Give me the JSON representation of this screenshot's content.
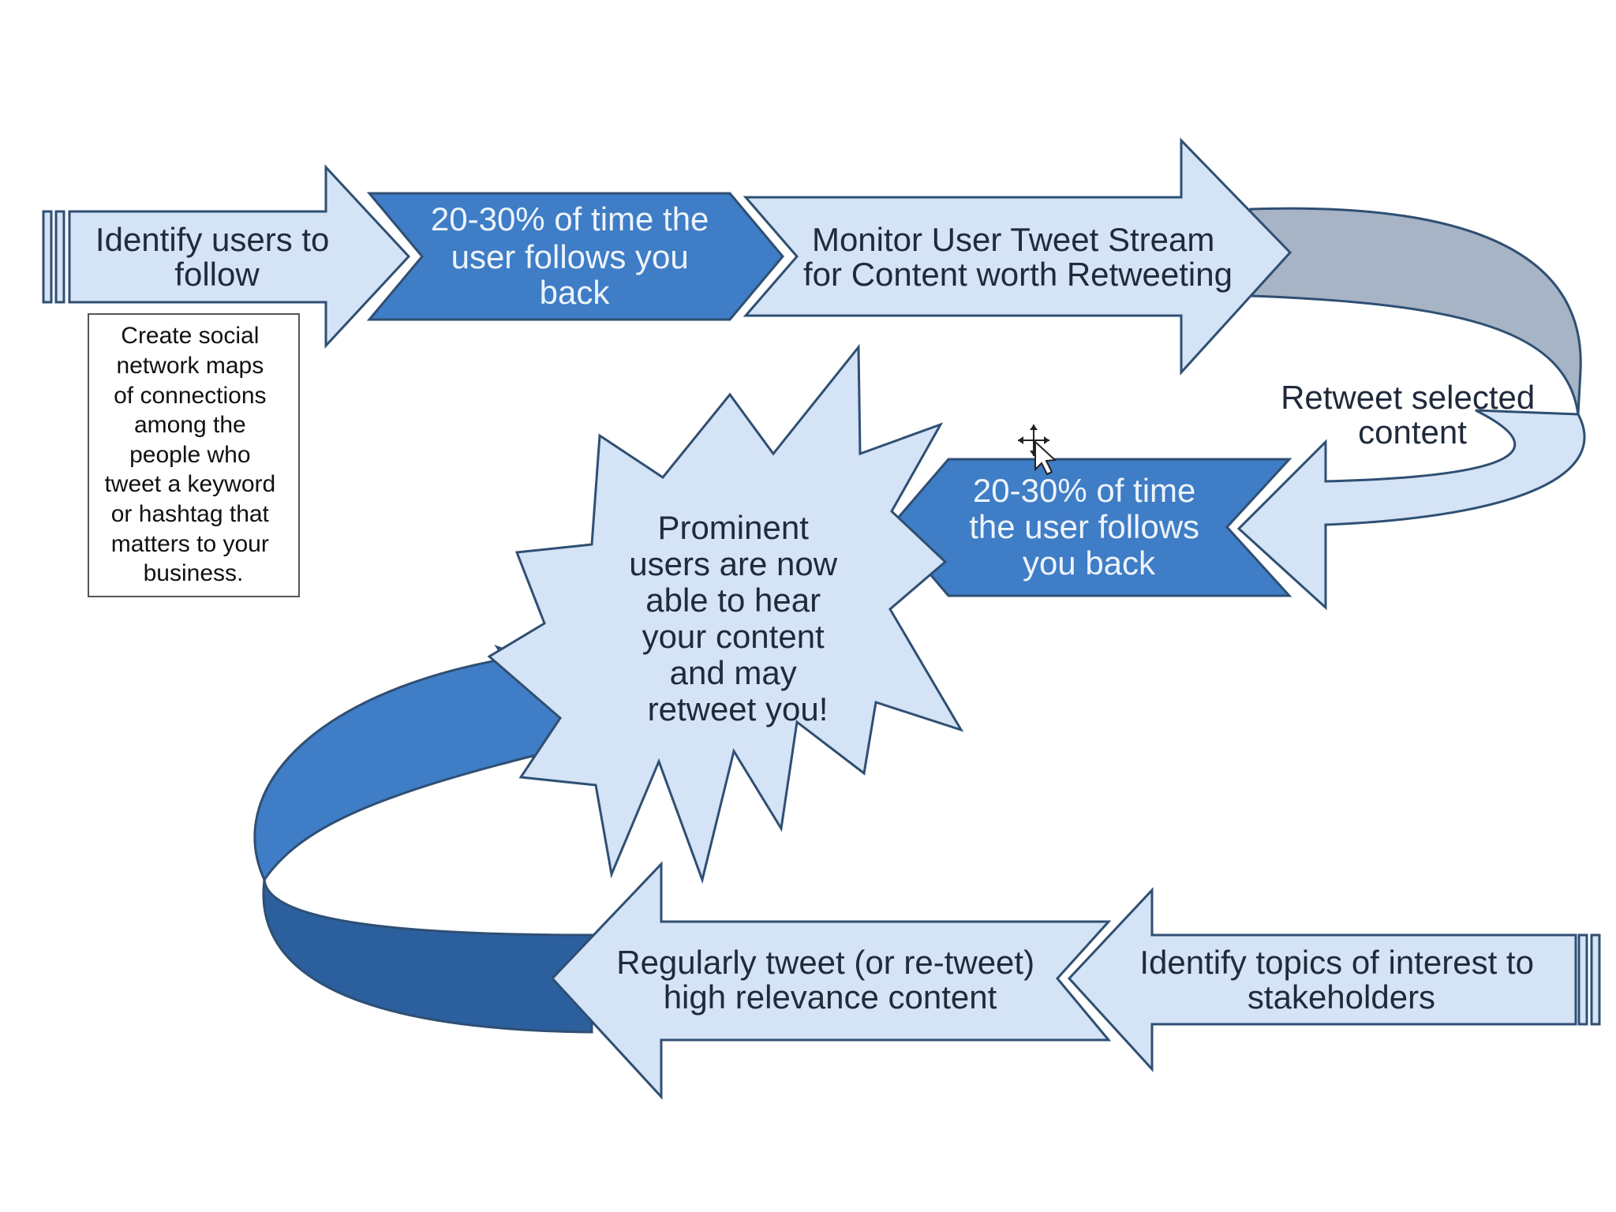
{
  "diagram": {
    "colors": {
      "light_fill": "#d4e3f5",
      "dark_fill": "#3f7dc6",
      "deep_fill": "#2b5f9e",
      "grey_fill": "#a7b4c5",
      "outline": "#2f4f73",
      "note_border": "#555555"
    },
    "steps": {
      "identify_users": [
        "Identify users to",
        "follow"
      ],
      "follow_back_top": [
        "20-30% of time the",
        "user follows you",
        "back"
      ],
      "monitor_stream": [
        "Monitor User Tweet Stream",
        "for Content worth Retweeting"
      ],
      "retweet_selected": [
        "Retweet selected",
        "content"
      ],
      "follow_back_mid": [
        "20-30% of time",
        "the user follows",
        "you back"
      ],
      "prominent_users": [
        "Prominent",
        "users are now",
        "able to hear",
        "your content",
        "and may",
        "retweet you!"
      ],
      "regularly_tweet": [
        "Regularly tweet (or re-tweet)",
        "high relevance content"
      ],
      "identify_topics": [
        "Identify topics of interest to",
        "stakeholders"
      ]
    },
    "note": [
      "Create social",
      "network maps",
      "of  connections",
      "among the",
      "people who",
      "tweet a keyword",
      "or hashtag that",
      "matters to your",
      "business."
    ],
    "cursor_icon": "move-cursor-icon"
  }
}
